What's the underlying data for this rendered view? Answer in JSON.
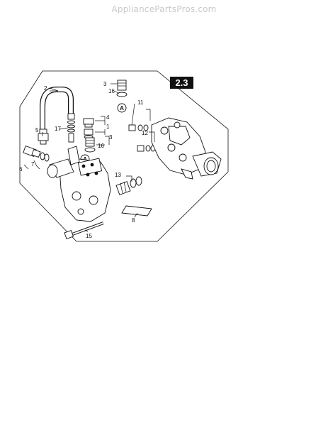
{
  "watermark": "AppliancePartsPros.com",
  "section_badge": "2.3",
  "marker_letter": "A",
  "callouts": {
    "c2": "2",
    "c3a": "3",
    "c16a": "16",
    "c11": "11",
    "c17": "17",
    "c4": "4",
    "c1": "1",
    "c5": "5",
    "c3b": "3",
    "c16b": "16",
    "c12": "12",
    "c6": "6",
    "c7": "7",
    "c13": "13",
    "c8": "8",
    "c15": "15"
  },
  "colors": {
    "ink": "#111111",
    "watermark": "#c9c9c9",
    "paper": "#ffffff"
  }
}
